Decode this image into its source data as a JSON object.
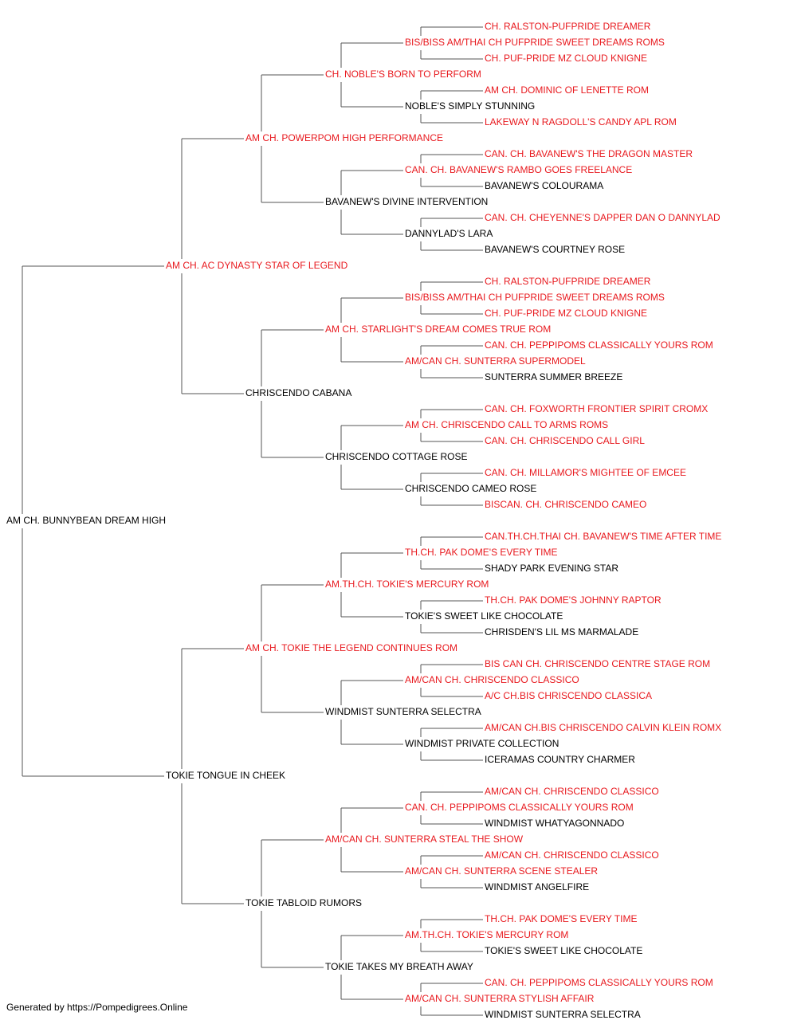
{
  "colors": {
    "champion": "#e8191e",
    "normal": "#000000",
    "line": "#555555"
  },
  "footer": "Generated by https://Pompedigrees.Online",
  "pedigree": {
    "name": "AM CH. BUNNYBEAN DREAM HIGH",
    "champion": false,
    "sire": {
      "name": "AM CH. AC DYNASTY STAR OF LEGEND",
      "champion": true,
      "sire": {
        "name": "AM CH. POWERPOM HIGH PERFORMANCE",
        "champion": true,
        "sire": {
          "name": "CH. NOBLE'S BORN TO PERFORM",
          "champion": true,
          "sire": {
            "name": "BIS/BISS AM/THAI CH PUFPRIDE SWEET DREAMS ROMS",
            "champion": true,
            "sire": {
              "name": "CH. RALSTON-PUFPRIDE DREAMER",
              "champion": true
            },
            "dam": {
              "name": "CH. PUF-PRIDE MZ CLOUD KNIGNE",
              "champion": true
            }
          },
          "dam": {
            "name": "NOBLE'S SIMPLY STUNNING",
            "champion": false,
            "sire": {
              "name": "AM CH. DOMINIC OF LENETTE ROM",
              "champion": true
            },
            "dam": {
              "name": "LAKEWAY N RAGDOLL'S CANDY APL ROM",
              "champion": true
            }
          }
        },
        "dam": {
          "name": "BAVANEW'S DIVINE INTERVENTION",
          "champion": false,
          "sire": {
            "name": "CAN. CH. BAVANEW'S RAMBO GOES FREELANCE",
            "champion": true,
            "sire": {
              "name": "CAN. CH. BAVANEW'S THE DRAGON MASTER",
              "champion": true
            },
            "dam": {
              "name": "BAVANEW'S COLOURAMA",
              "champion": false
            }
          },
          "dam": {
            "name": "DANNYLAD'S LARA",
            "champion": false,
            "sire": {
              "name": "CAN. CH. CHEYENNE'S DAPPER DAN O DANNYLAD",
              "champion": true
            },
            "dam": {
              "name": "BAVANEW'S COURTNEY ROSE",
              "champion": false
            }
          }
        }
      },
      "dam": {
        "name": "CHRISCENDO CABANA",
        "champion": false,
        "sire": {
          "name": "AM CH. STARLIGHT'S DREAM COMES TRUE ROM",
          "champion": true,
          "sire": {
            "name": "BIS/BISS AM/THAI CH PUFPRIDE SWEET DREAMS ROMS",
            "champion": true,
            "sire": {
              "name": "CH. RALSTON-PUFPRIDE DREAMER",
              "champion": true
            },
            "dam": {
              "name": "CH. PUF-PRIDE MZ CLOUD KNIGNE",
              "champion": true
            }
          },
          "dam": {
            "name": "AM/CAN CH. SUNTERRA SUPERMODEL",
            "champion": true,
            "sire": {
              "name": "CAN. CH. PEPPIPOMS CLASSICALLY YOURS ROM",
              "champion": true
            },
            "dam": {
              "name": "SUNTERRA SUMMER BREEZE",
              "champion": false
            }
          }
        },
        "dam": {
          "name": "CHRISCENDO COTTAGE ROSE",
          "champion": false,
          "sire": {
            "name": "AM CH. CHRISCENDO CALL TO ARMS ROMS",
            "champion": true,
            "sire": {
              "name": "CAN. CH. FOXWORTH FRONTIER SPIRIT CROMX",
              "champion": true
            },
            "dam": {
              "name": "CAN. CH. CHRISCENDO CALL GIRL",
              "champion": true
            }
          },
          "dam": {
            "name": "CHRISCENDO CAMEO ROSE",
            "champion": false,
            "sire": {
              "name": "CAN. CH. MILLAMOR'S MIGHTEE OF EMCEE",
              "champion": true
            },
            "dam": {
              "name": "BISCAN. CH. CHRISCENDO CAMEO",
              "champion": true
            }
          }
        }
      }
    },
    "dam": {
      "name": "TOKIE TONGUE IN CHEEK",
      "champion": false,
      "sire": {
        "name": "AM CH. TOKIE THE LEGEND CONTINUES ROM",
        "champion": true,
        "sire": {
          "name": "AM.TH.CH. TOKIE'S MERCURY ROM",
          "champion": true,
          "sire": {
            "name": "TH.CH. PAK DOME'S EVERY TIME",
            "champion": true,
            "sire": {
              "name": "CAN.TH.CH.THAI CH. BAVANEW'S TIME AFTER TIME",
              "champion": true
            },
            "dam": {
              "name": "SHADY PARK EVENING STAR",
              "champion": false
            }
          },
          "dam": {
            "name": "TOKIE'S SWEET LIKE CHOCOLATE",
            "champion": false,
            "sire": {
              "name": "TH.CH. PAK DOME'S JOHNNY RAPTOR",
              "champion": true
            },
            "dam": {
              "name": "CHRISDEN'S LIL MS MARMALADE",
              "champion": false
            }
          }
        },
        "dam": {
          "name": "WINDMIST SUNTERRA SELECTRA",
          "champion": false,
          "sire": {
            "name": "AM/CAN CH. CHRISCENDO CLASSICO",
            "champion": true,
            "sire": {
              "name": "BIS CAN CH. CHRISCENDO CENTRE STAGE ROM",
              "champion": true
            },
            "dam": {
              "name": "A/C CH.BIS CHRISCENDO CLASSICA",
              "champion": true
            }
          },
          "dam": {
            "name": "WINDMIST PRIVATE COLLECTION",
            "champion": false,
            "sire": {
              "name": "AM/CAN CH.BIS CHRISCENDO CALVIN KLEIN ROMX",
              "champion": true
            },
            "dam": {
              "name": "ICERAMAS COUNTRY CHARMER",
              "champion": false
            }
          }
        }
      },
      "dam": {
        "name": "TOKIE TABLOID RUMORS",
        "champion": false,
        "sire": {
          "name": "AM/CAN CH. SUNTERRA STEAL THE SHOW",
          "champion": true,
          "sire": {
            "name": "CAN. CH. PEPPIPOMS CLASSICALLY YOURS ROM",
            "champion": true,
            "sire": {
              "name": "AM/CAN CH. CHRISCENDO CLASSICO",
              "champion": true
            },
            "dam": {
              "name": "WINDMIST WHATYAGONNADO",
              "champion": false
            }
          },
          "dam": {
            "name": "AM/CAN CH. SUNTERRA SCENE STEALER",
            "champion": true,
            "sire": {
              "name": "AM/CAN CH. CHRISCENDO CLASSICO",
              "champion": true
            },
            "dam": {
              "name": "WINDMIST ANGELFIRE",
              "champion": false
            }
          }
        },
        "dam": {
          "name": "TOKIE TAKES MY BREATH AWAY",
          "champion": false,
          "sire": {
            "name": "AM.TH.CH. TOKIE'S MERCURY ROM",
            "champion": true,
            "sire": {
              "name": "TH.CH. PAK DOME'S EVERY TIME",
              "champion": true
            },
            "dam": {
              "name": "TOKIE'S SWEET LIKE CHOCOLATE",
              "champion": false
            }
          },
          "dam": {
            "name": "AM/CAN CH. SUNTERRA STYLISH AFFAIR",
            "champion": true,
            "sire": {
              "name": "CAN. CH. PEPPIPOMS CLASSICALLY YOURS ROM",
              "champion": true
            },
            "dam": {
              "name": "WINDMIST SUNTERRA SELECTRA",
              "champion": false
            }
          }
        }
      }
    }
  }
}
